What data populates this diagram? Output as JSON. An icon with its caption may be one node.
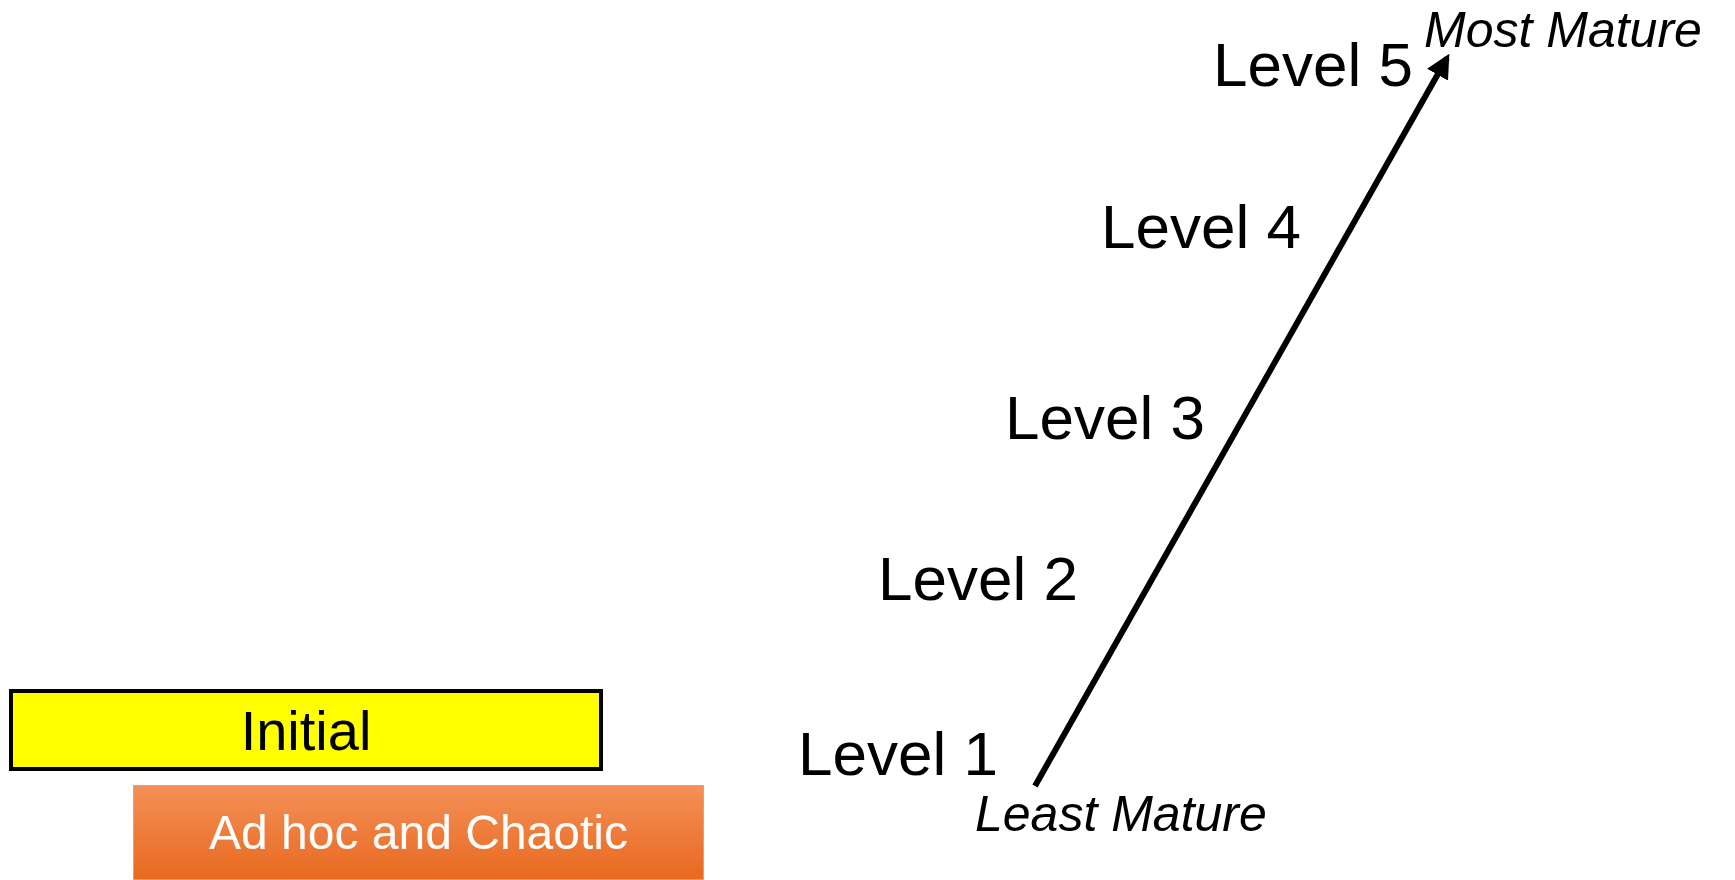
{
  "diagram": {
    "nodes": [
      {
        "text": [
          "Initial"
        ]
      },
      {
        "text": [
          "Ad hoc and Chaotic"
        ]
      },
      {
        "text": [
          "Least Mature"
        ]
      },
      {
        "text": [
          "Most Mature"
        ]
      }
    ],
    "edges": [
      {
        "from": 2,
        "to": 3,
        "arrow": "to"
      }
    ],
    "labels": [
      "Level 5",
      "Level 4",
      "Level 3",
      "Level 2",
      "Level 1"
    ]
  }
}
